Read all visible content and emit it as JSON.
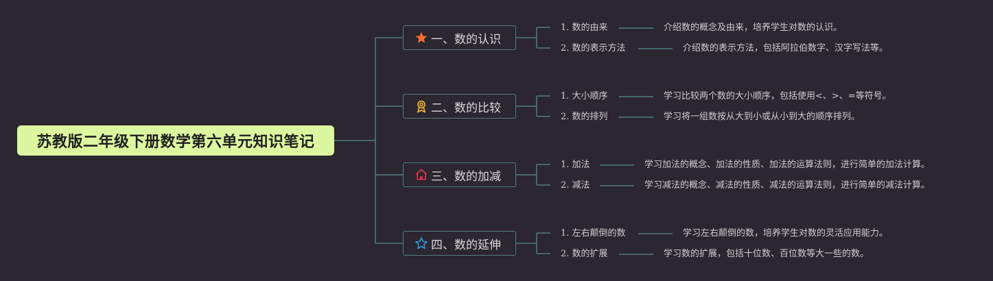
{
  "root": {
    "title": "苏教版二年级下册数学第六单元知识笔记"
  },
  "branches": [
    {
      "icon": "star-filled-icon",
      "color": "#f26a2e",
      "label": "一、数的认识",
      "items": [
        {
          "num": "1.",
          "label": "数的由来",
          "desc": "介绍数的概念及由来，培养学生对数的认识。"
        },
        {
          "num": "2.",
          "label": "数的表示方法",
          "desc": "介绍数的表示方法，包括阿拉伯数字、汉字写法等。"
        }
      ]
    },
    {
      "icon": "award-ribbon-icon",
      "color": "#f5b82e",
      "label": "二、数的比较",
      "items": [
        {
          "num": "1.",
          "label": "大小顺序",
          "desc": "学习比较两个数的大小顺序，包括使用<、>、=等符号。"
        },
        {
          "num": "2.",
          "label": "数的排列",
          "desc": "学习将一组数按从大到小或从小到大的顺序排列。"
        }
      ]
    },
    {
      "icon": "home-icon",
      "color": "#e0354f",
      "label": "三、数的加减",
      "items": [
        {
          "num": "1.",
          "label": "加法",
          "desc": "学习加法的概念、加法的性质、加法的运算法则，进行简单的加法计算。"
        },
        {
          "num": "2.",
          "label": "减法",
          "desc": "学习减法的概念、减法的性质、减法的运算法则，进行简单的减法计算。"
        }
      ]
    },
    {
      "icon": "star-outline-icon",
      "color": "#2f9fe0",
      "label": "四、数的延伸",
      "items": [
        {
          "num": "1.",
          "label": "左右颠倒的数",
          "desc": "学习左右颠倒的数，培养学生对数的灵活应用能力。"
        },
        {
          "num": "2.",
          "label": "数的扩展",
          "desc": "学习数的扩展，包括十位数、百位数等大一些的数。"
        }
      ]
    }
  ]
}
